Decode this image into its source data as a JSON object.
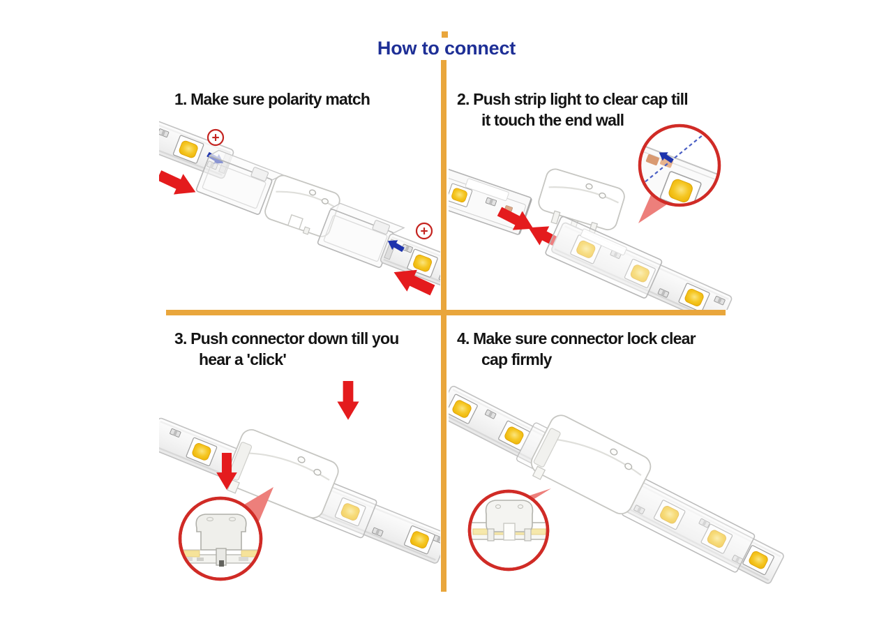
{
  "header": {
    "title": "How to connect"
  },
  "steps": [
    {
      "id": 1,
      "lines": [
        "1. Make sure polarity match"
      ]
    },
    {
      "id": 2,
      "lines": [
        "2. Push strip light to clear cap till",
        "it touch the end wall"
      ]
    },
    {
      "id": 3,
      "lines": [
        "3. Push connector down till you",
        "hear a 'click'"
      ]
    },
    {
      "id": 4,
      "lines": [
        "4. Make sure connector lock clear",
        "cap firmly"
      ]
    }
  ],
  "icons": {
    "plus_polarity": "+",
    "red_arrow": "push-direction-arrow",
    "blue_arrow": "insert-direction-arrow",
    "magnifier": "zoom-detail-circle"
  },
  "colors": {
    "divider": "#E9A63C",
    "title_text": "#1E2F96",
    "step_text": "#141414",
    "arrow_red": "#E41B1D",
    "arrow_blue": "#1D33AD",
    "magnifier_ring": "#D02B26",
    "led_yellow": "#F1BB0B"
  }
}
